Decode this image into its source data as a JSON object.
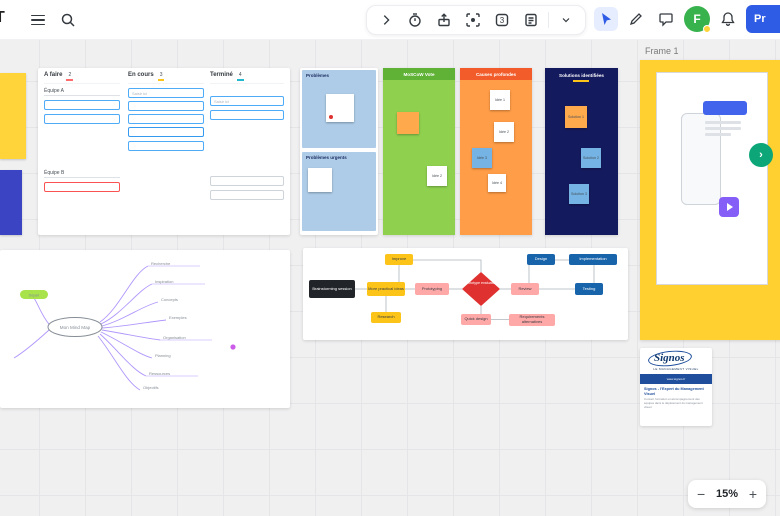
{
  "topbar": {
    "logo": "T",
    "pages_count": "3",
    "avatar_initial": "F",
    "present_button": "Pr"
  },
  "canvas": {
    "frame_label": "Frame 1",
    "zoom": {
      "minus": "−",
      "level": "15%",
      "plus": "+"
    }
  },
  "colors": {
    "accent_blue": "#2f5ce5",
    "avatar_green": "#37b24d",
    "frame_yellow": "#ffd02f",
    "column_green": "#8fd14f",
    "column_orange": "#ff9d48",
    "column_navy": "#141a5e",
    "diamond_red": "#e03131",
    "node_blue": "#1864ab",
    "node_yellow": "#fcc419",
    "node_pink": "#ffa8a8"
  },
  "tasks_board": {
    "col1_title": "A faire",
    "col1_count": "2",
    "col2_title": "En cours",
    "col2_count": "3",
    "col3_title": "Terminé",
    "col3_count": "4",
    "group_a": "Équipe A",
    "group_b": "Équipe B",
    "placeholder": "Saisir ici"
  },
  "problems_board": {
    "section1_title": "Problèmes",
    "section2_title": "Problèmes urgents"
  },
  "moscow_column": {
    "title": "MoSCoW Vote",
    "sticky2": "Idée 2"
  },
  "causes_column": {
    "title": "Causes profondes",
    "s1": "Idée 1",
    "s2": "Idée 2",
    "s3": "Idée 3",
    "s4": "Idée 4"
  },
  "solutions_column": {
    "title": "Solutions identifiées",
    "s1": "Solution 1",
    "s2": "Solution 2",
    "s3": "Solution 3"
  },
  "mindmap": {
    "center": "Mon Mind Map",
    "left_node": "Départ",
    "b1": "Recherche",
    "b2": "Inspiration",
    "b3": "Concepts",
    "b4": "Exemples",
    "b5": "Organisation",
    "b6": "Planning",
    "b7": "Ressources",
    "b8": "Objectifs"
  },
  "flowchart": {
    "brainstorm": "Brainstorming session",
    "improve": "Improve",
    "ideas": "More practical ideas",
    "research": "Research",
    "prototyping": "Prototyping",
    "evaluation": "Prototype evaluation",
    "review": "Review",
    "quick_design": "Quick design",
    "requirements": "Requirements alternatives",
    "design": "Design",
    "implementation": "Implementation",
    "testing": "Testing"
  },
  "signos": {
    "brand": "Signos",
    "tagline": "LE MANAGEMENT VISUEL",
    "banner": "www.signos.fr",
    "heading": "Signos - l'Expert du Management Visuel",
    "body": "Conseil, formation et accompagnement des équipes dans le déploiement du management visuel."
  }
}
